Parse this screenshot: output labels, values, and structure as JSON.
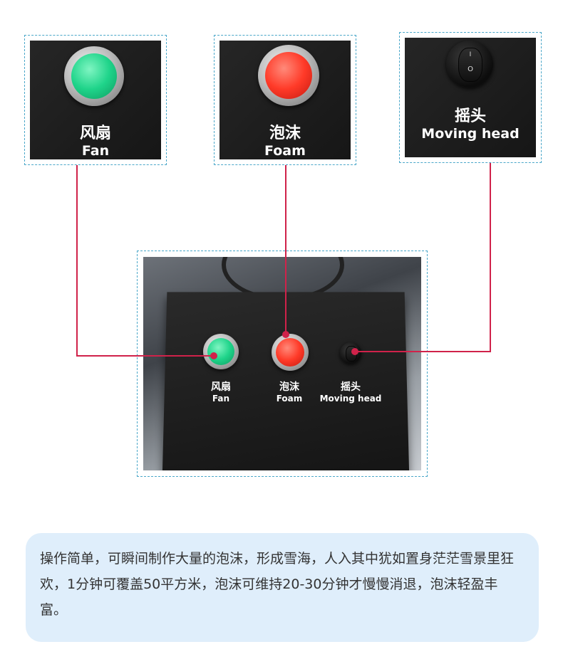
{
  "top_panels": {
    "fan": {
      "cn": "风扇",
      "en": "Fan",
      "icon": "green-push-button-icon"
    },
    "foam": {
      "cn": "泡沫",
      "en": "Foam",
      "icon": "red-push-button-icon"
    },
    "moving_head": {
      "cn": "摇头",
      "en": "Moving head",
      "icon": "rocker-switch-icon",
      "mark_on": "I",
      "mark_off": "O"
    }
  },
  "device": {
    "fan": {
      "cn": "风扇",
      "en": "Fan"
    },
    "foam": {
      "cn": "泡沫",
      "en": "Foam"
    },
    "moving_head": {
      "cn": "摇头",
      "en": "Moving head"
    }
  },
  "description": "操作简单，可瞬间制作大量的泡沫，形成雪海，人入其中犹如置身茫茫雪景里狂欢，1分钟可覆盖50平方米，泡沫可维持20-30分钟才慢慢消退，泡沫轻盈丰富。",
  "colors": {
    "frame_border": "#4aa7c9",
    "connector": "#d0224a",
    "fan_button": "#1fd48a",
    "foam_button": "#ff3a28",
    "description_bg": "#dfeefb",
    "description_text": "#333333"
  }
}
